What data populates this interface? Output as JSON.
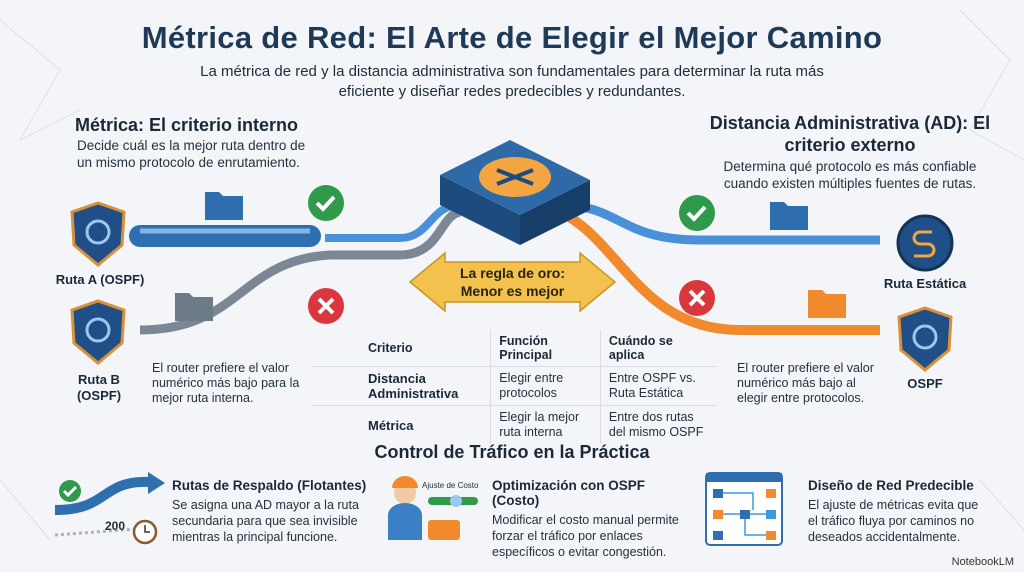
{
  "title": "Métrica de Red: El Arte de Elegir el Mejor Camino",
  "subtitle": "La métrica de red y la distancia administrativa son fundamentales para determinar la ruta más eficiente y diseñar redes predecibles y redundantes.",
  "left": {
    "heading": "Métrica: El criterio interno",
    "description": "Decide cuál es la mejor ruta dentro de un mismo protocolo de enrutamiento.",
    "route_a": "Ruta A (OSPF)",
    "route_b": "Ruta B (OSPF)",
    "note": "El router prefiere el valor numérico más bajo para la mejor ruta interna."
  },
  "right": {
    "heading": "Distancia Administrativa (AD): El criterio externo",
    "description": "Determina qué protocolo es más confiable cuando existen múltiples fuentes de rutas.",
    "route_static": "Ruta Estática",
    "route_ospf": "OSPF",
    "note": "El router prefiere el valor numérico más bajo al elegir entre protocolos."
  },
  "golden_rule": {
    "line1": "La regla de oro:",
    "line2": "Menor es mejor"
  },
  "table": {
    "headers": [
      "Criterio",
      "Función Principal",
      "Cuándo se aplica"
    ],
    "rows": [
      {
        "criterio": "Distancia Administrativa",
        "funcion": "Elegir entre protocolos",
        "cuando": "Entre OSPF vs. Ruta Estática"
      },
      {
        "criterio": "Métrica",
        "funcion": "Elegir la mejor ruta interna",
        "cuando": "Entre dos rutas del mismo OSPF"
      }
    ]
  },
  "practice": {
    "heading": "Control de Tráfico en la Práctica",
    "items": [
      {
        "title": "Rutas de Respaldo (Flotantes)",
        "text": "Se asigna una AD mayor a la ruta secundaria para que sea invisible mientras la principal funcione.",
        "badge": "200"
      },
      {
        "title": "Optimización con OSPF (Costo)",
        "text": "Modificar el costo manual permite forzar el tráfico por enlaces específicos o evitar congestión.",
        "badge": "Ajuste de Costo"
      },
      {
        "title": "Diseño de Red Predecible",
        "text": "El ajuste de métricas evita que el tráfico fluya por caminos no deseados accidentalmente."
      }
    ]
  },
  "brand": "NotebookLM",
  "colors": {
    "navy": "#1f3a57",
    "blue": "#3b7fc4",
    "orange": "#f08a2c",
    "gold": "#f2c14e",
    "green": "#2e9a4a",
    "red": "#d9363e"
  }
}
